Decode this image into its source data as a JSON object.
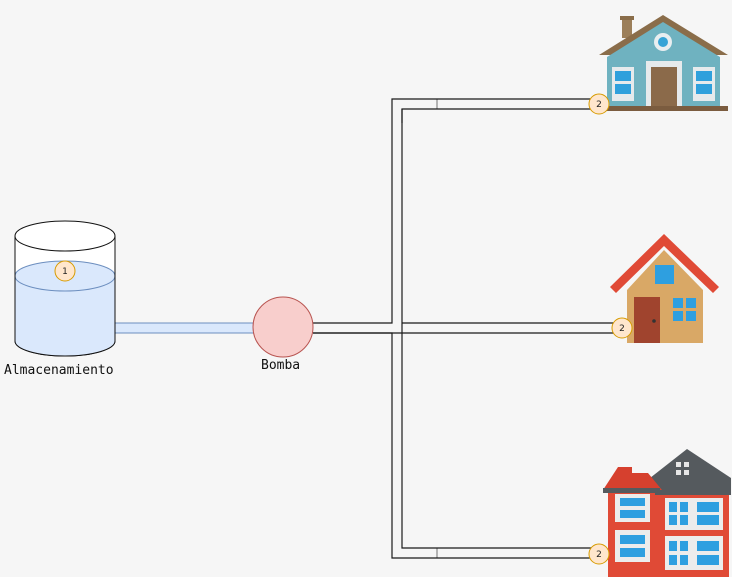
{
  "labels": {
    "storage": "Almacenamiento",
    "pump": "Bomba"
  },
  "markers": {
    "tank": "1",
    "house_top": "2",
    "house_middle": "2",
    "building_bottom": "2"
  },
  "icons": {
    "house_top": "blue-house-icon",
    "house_middle": "orange-house-icon",
    "building_bottom": "red-apartment-building-icon"
  },
  "colors": {
    "background": "#f6f6f6",
    "water": "#dae8fc",
    "water_stroke": "#6c8ebf",
    "pump_fill": "#f8cecc",
    "pump_stroke": "#b85450",
    "marker_fill": "#ffe6cc",
    "marker_stroke": "#d79b00"
  }
}
